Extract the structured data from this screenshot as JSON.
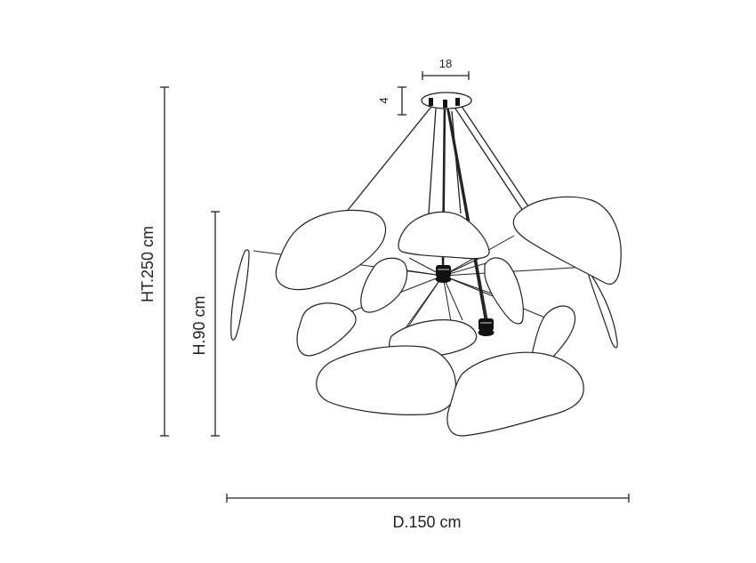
{
  "dimensions": {
    "canopy_width": "18",
    "canopy_height": "4",
    "total_height": "HT.250 cm",
    "body_height": "H.90 cm",
    "diameter": "D.150 cm"
  },
  "colors": {
    "line": "#222222",
    "background": "#ffffff",
    "socket": "#111111"
  }
}
